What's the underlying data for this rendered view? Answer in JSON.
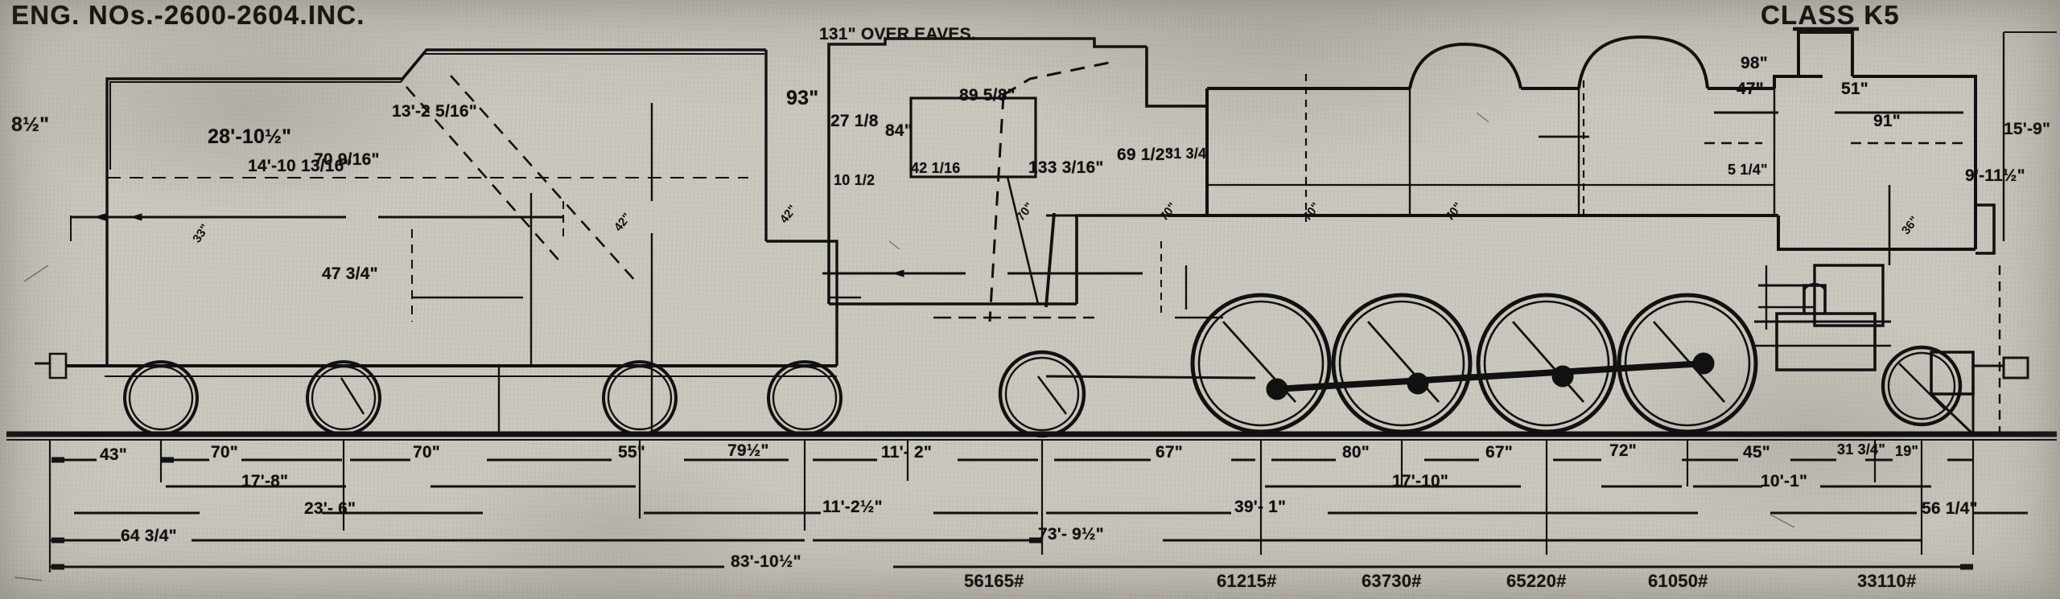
{
  "drawing": {
    "title_left": "ENG. NOs.-2600-2604.INC.",
    "title_right": "CLASS K5",
    "subject": "Pennsylvania Railroad Class K5 4-6-2 Pacific locomotive and tender — general arrangement side elevation",
    "sheet_bg": "#cbc8bf",
    "ink": "#0d0d0d"
  },
  "notes": {
    "over_eaves": "131\" OVER EAVES."
  },
  "tender_dimensions": [
    {
      "id": "tender-coal-board-height",
      "text": "8½\""
    },
    {
      "id": "tender-length-top",
      "text": "28'-10½\""
    },
    {
      "id": "tender-body-length",
      "text": "14'-10 13/16\""
    },
    {
      "id": "tender-height-70-9-16",
      "text": "70 9/16\""
    },
    {
      "id": "tender-overall-height",
      "text": "13'-2 5/16\""
    },
    {
      "id": "tender-frame-height",
      "text": "47 3/4\""
    }
  ],
  "cab_dimensions": [
    {
      "id": "cab-27-1-8",
      "text": "27 1/8"
    },
    {
      "id": "cab-84",
      "text": "84\""
    },
    {
      "id": "cab-10-1-2",
      "text": "10 1/2"
    },
    {
      "id": "cab-42-1-16",
      "text": "42 1/16"
    },
    {
      "id": "firebox-133-3-16",
      "text": "133 3/16\""
    },
    {
      "id": "firebox-69-1-2",
      "text": "69 1/2\""
    },
    {
      "id": "throat-31-3-4",
      "text": "31 3/4"
    }
  ],
  "boiler_dimensions": [
    {
      "id": "boiler-93",
      "text": "93\""
    },
    {
      "id": "boiler-89-5-8",
      "text": "89 5/8\""
    },
    {
      "id": "smokebox-98",
      "text": "98\""
    },
    {
      "id": "stack-47",
      "text": "47\""
    },
    {
      "id": "stack-51",
      "text": "51\""
    },
    {
      "id": "front-91",
      "text": "91\""
    },
    {
      "id": "height-15-9",
      "text": "15'-9\""
    },
    {
      "id": "pilot-9-11-1-2",
      "text": "9'-11½\""
    },
    {
      "id": "cylinder-5-1-4",
      "text": "5 1/4\""
    }
  ],
  "wheel_labels": [
    {
      "id": "tender-wheel-1",
      "text": "33\""
    },
    {
      "id": "trailing-truck",
      "text": "42\""
    },
    {
      "id": "driver-1",
      "text": "70\""
    },
    {
      "id": "driver-2",
      "text": "70\""
    },
    {
      "id": "driver-3",
      "text": "70\""
    },
    {
      "id": "driver-4",
      "text": "70\""
    },
    {
      "id": "lead-truck",
      "text": "36\""
    }
  ],
  "bottom_chain": {
    "row1": [
      {
        "id": "d-43",
        "text": "43\""
      },
      {
        "id": "d-70a",
        "text": "70\""
      },
      {
        "id": "d-70b",
        "text": "70\""
      },
      {
        "id": "d-55",
        "text": "55\""
      },
      {
        "id": "d-79-1-2",
        "text": "79½\""
      },
      {
        "id": "d-11-2",
        "text": "11'- 2\""
      },
      {
        "id": "d-67a",
        "text": "67\""
      },
      {
        "id": "d-80",
        "text": "80\""
      },
      {
        "id": "d-67b",
        "text": "67\""
      },
      {
        "id": "d-72",
        "text": "72\""
      },
      {
        "id": "d-45",
        "text": "45\""
      },
      {
        "id": "d-31-3-4",
        "text": "31 3/4\""
      },
      {
        "id": "d-19",
        "text": "19\""
      }
    ],
    "row2": [
      {
        "id": "d-17-8",
        "text": "17'-8\""
      },
      {
        "id": "d-17-10",
        "text": "17'-10\""
      },
      {
        "id": "d-10-1",
        "text": "10'-1\""
      }
    ],
    "row3": [
      {
        "id": "d-23-6",
        "text": "23'- 6\""
      },
      {
        "id": "d-11-2-5",
        "text": "11'-2½\""
      },
      {
        "id": "d-39-1",
        "text": "39'- 1\""
      },
      {
        "id": "d-56-1-4",
        "text": "56 1/4\""
      }
    ],
    "row4": [
      {
        "id": "d-64-3-4",
        "text": "64 3/4\""
      },
      {
        "id": "d-73-9-5",
        "text": "73'- 9½\""
      }
    ],
    "row5": [
      {
        "id": "d-83-10-5",
        "text": "83'-10½\""
      }
    ]
  },
  "axle_weights": [
    {
      "id": "w-tender",
      "text": "56165#"
    },
    {
      "id": "w-driver-1",
      "text": "61215#"
    },
    {
      "id": "w-driver-2",
      "text": "63730#"
    },
    {
      "id": "w-driver-3",
      "text": "65220#"
    },
    {
      "id": "w-driver-4",
      "text": "61050#"
    },
    {
      "id": "w-engine-truck",
      "text": "33110#"
    }
  ]
}
